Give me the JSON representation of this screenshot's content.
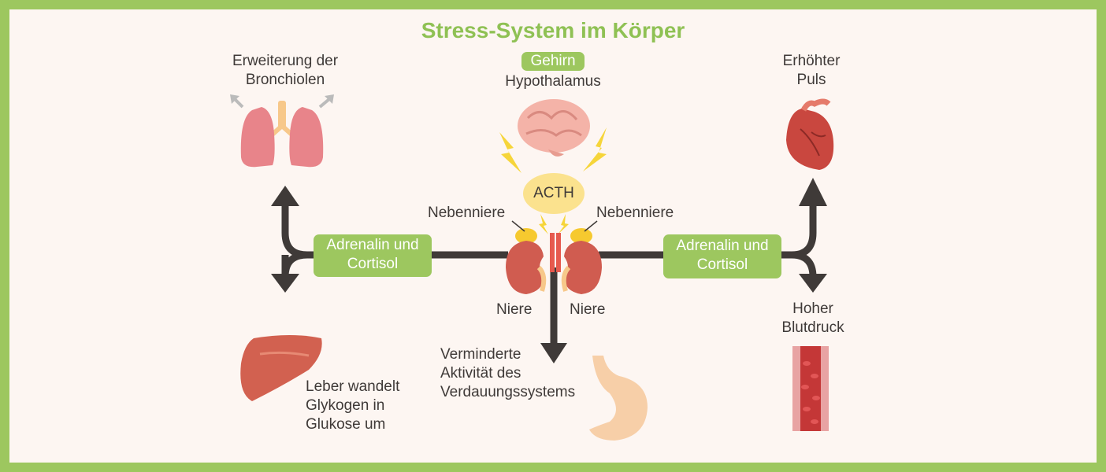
{
  "title": "Stress-System im Körper",
  "brain": {
    "badge": "Gehirn",
    "label": "Hypothalamus"
  },
  "hormone": "ACTH",
  "adrenal_left": "Nebenniere",
  "adrenal_right": "Nebenniere",
  "kidney_left": "Niere",
  "kidney_right": "Niere",
  "pill_left": {
    "line1": "Adrenalin und",
    "line2": "Cortisol"
  },
  "pill_right": {
    "line1": "Adrenalin und",
    "line2": "Cortisol"
  },
  "lungs": {
    "line1": "Erweiterung der",
    "line2": "Bronchiolen"
  },
  "pulse": {
    "line1": "Erhöhter",
    "line2": "Puls"
  },
  "liver": {
    "line1": "Leber wandelt",
    "line2": "Glykogen in",
    "line3": "Glukose um"
  },
  "digestion": {
    "line1": "Verminderte",
    "line2": "Aktivität des",
    "line3": "Verdauungssystems"
  },
  "bloodpressure": {
    "line1": "Hoher",
    "line2": "Blutdruck"
  },
  "colors": {
    "accent": "#9dc75f",
    "arrow": "#3f3a38",
    "background": "#fdf6f2",
    "organ": "#d9574f",
    "bolt": "#f6d53a"
  }
}
